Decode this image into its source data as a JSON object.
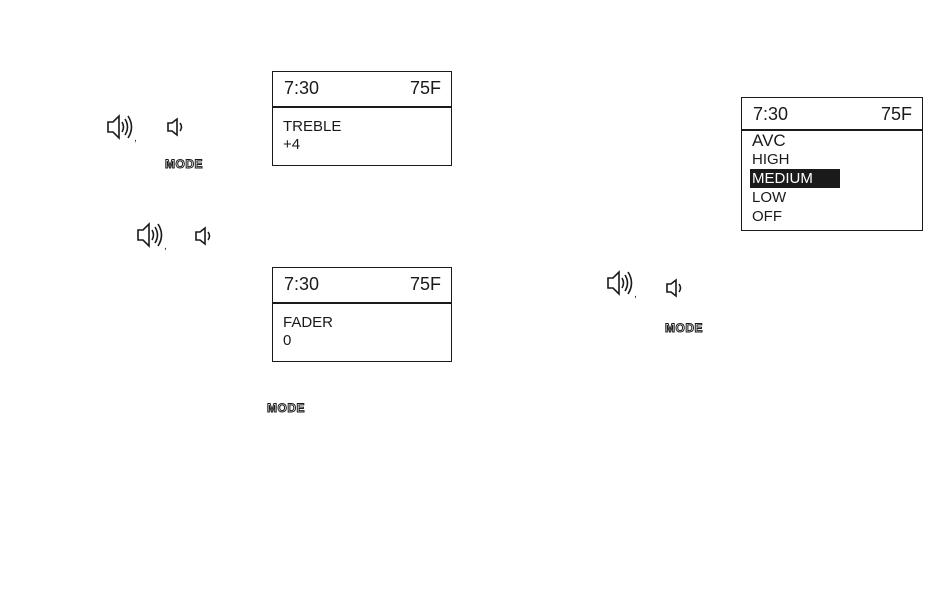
{
  "screens": {
    "treble": {
      "time": "7:30",
      "temp": "75F",
      "line1": "TREBLE",
      "line2": "+4"
    },
    "fader": {
      "time": "7:30",
      "temp": "75F",
      "line1": "FADER",
      "line2": "0"
    },
    "avc": {
      "time": "7:30",
      "temp": "75F",
      "items": [
        "AVC",
        "HIGH",
        "MEDIUM",
        "LOW",
        "OFF"
      ],
      "selected": "MEDIUM"
    }
  },
  "buttons": {
    "mode_label": "MODE",
    "vol_up_icon": "speaker-loud-icon",
    "vol_down_icon": "speaker-soft-icon"
  }
}
